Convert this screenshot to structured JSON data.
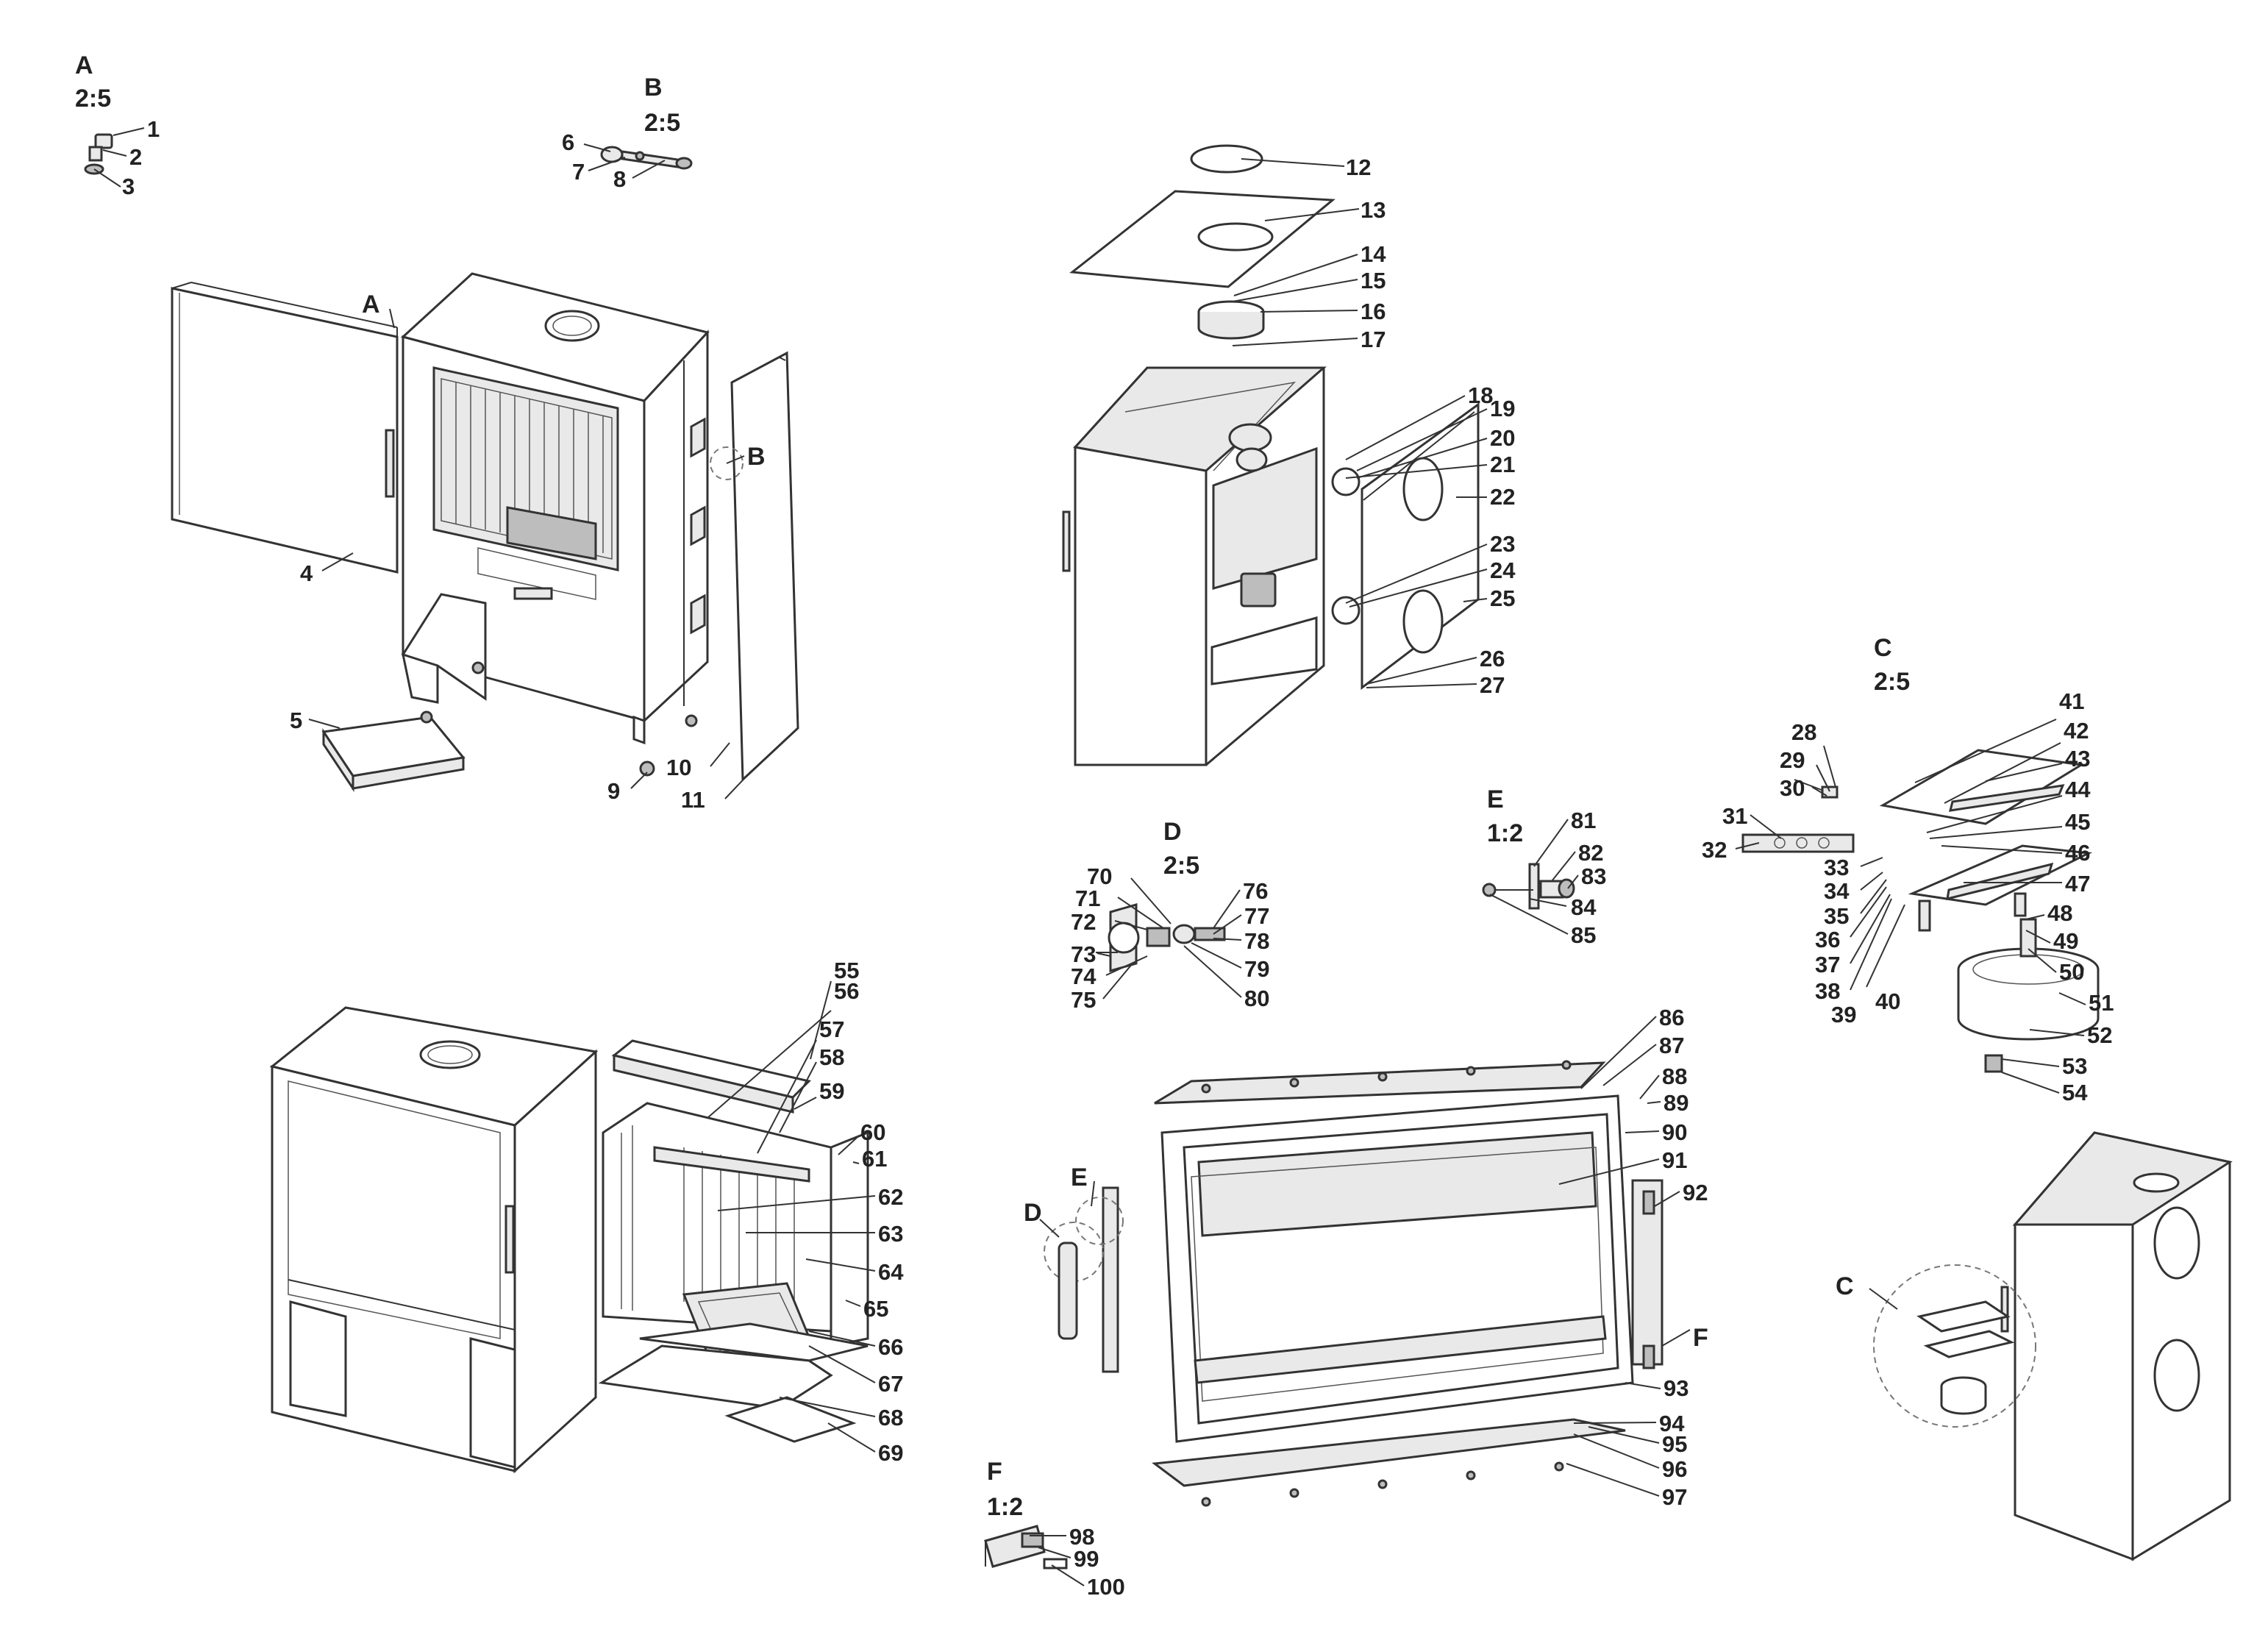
{
  "details": [
    {
      "id": "A",
      "letter": "A",
      "scale": "2:5"
    },
    {
      "id": "B",
      "letter": "B",
      "scale": "2:5"
    },
    {
      "id": "C",
      "letter": "C",
      "scale": "2:5"
    },
    {
      "id": "D",
      "letter": "D",
      "scale": "2:5"
    },
    {
      "id": "E",
      "letter": "E",
      "scale": "1:2"
    },
    {
      "id": "F",
      "letter": "F",
      "scale": "1:2"
    }
  ],
  "callouts": {
    "A": "A",
    "B": "B",
    "C": "C",
    "D": "D",
    "E": "E",
    "F": "F"
  },
  "part_numbers": [
    "1",
    "2",
    "3",
    "4",
    "5",
    "6",
    "7",
    "8",
    "9",
    "10",
    "11",
    "12",
    "13",
    "14",
    "15",
    "16",
    "17",
    "18",
    "19",
    "20",
    "21",
    "22",
    "23",
    "24",
    "25",
    "26",
    "27",
    "28",
    "29",
    "30",
    "31",
    "32",
    "33",
    "34",
    "35",
    "36",
    "37",
    "38",
    "39",
    "40",
    "41",
    "42",
    "43",
    "44",
    "45",
    "46",
    "47",
    "48",
    "49",
    "50",
    "51",
    "52",
    "53",
    "54",
    "55",
    "56",
    "57",
    "58",
    "59",
    "60",
    "61",
    "62",
    "63",
    "64",
    "65",
    "66",
    "67",
    "68",
    "69",
    "70",
    "71",
    "72",
    "73",
    "74",
    "75",
    "76",
    "77",
    "78",
    "79",
    "80",
    "81",
    "82",
    "83",
    "84",
    "85",
    "86",
    "87",
    "88",
    "89",
    "90",
    "91",
    "92",
    "93",
    "94",
    "95",
    "96",
    "97",
    "98",
    "99",
    "100"
  ]
}
